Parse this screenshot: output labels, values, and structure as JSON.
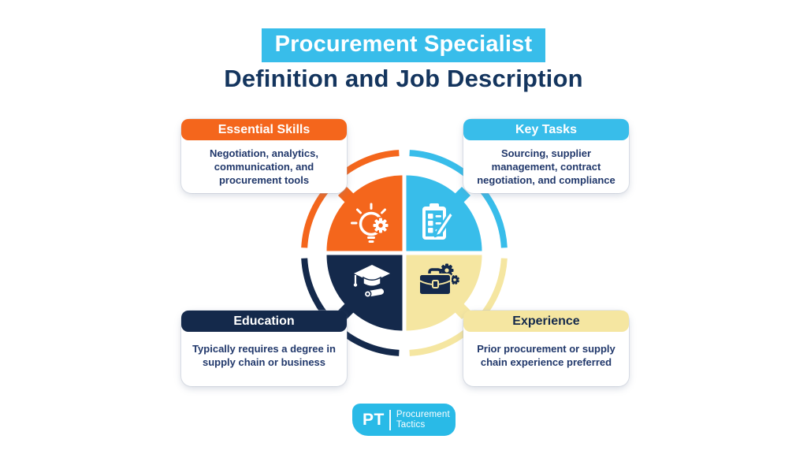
{
  "title": {
    "highlight": "Procurement Specialist",
    "heading": "Definition and Job Description"
  },
  "colors": {
    "orange": "#F4661C",
    "blue": "#38BDEA",
    "navy": "#14294B",
    "yellow": "#F5E6A1",
    "heading": "#14355E",
    "body": "#21386B",
    "logo_blue": "#29BAE7",
    "white": "#FFFFFF"
  },
  "cards": {
    "essential_skills": {
      "header": "Essential Skills",
      "lines": [
        "Negotiation, analytics,",
        "communication, and",
        "procurement tools"
      ]
    },
    "key_tasks": {
      "header": "Key Tasks",
      "lines": [
        "Sourcing, supplier",
        "management, contract",
        "negotiation, and compliance"
      ]
    },
    "education": {
      "header": "Education",
      "lines": [
        "Typically requires a degree in",
        "supply chain or business"
      ]
    },
    "experience": {
      "header": "Experience",
      "lines": [
        "Prior procurement or supply",
        "chain experience preferred"
      ]
    }
  },
  "icons": {
    "essential_skills": "lightbulb-gear-icon",
    "key_tasks": "clipboard-checklist-icon",
    "education": "graduation-cap-diploma-icon",
    "experience": "briefcase-gears-icon"
  },
  "logo": {
    "abbr": "PT",
    "line1": "Procurement",
    "line2": "Tactics"
  }
}
